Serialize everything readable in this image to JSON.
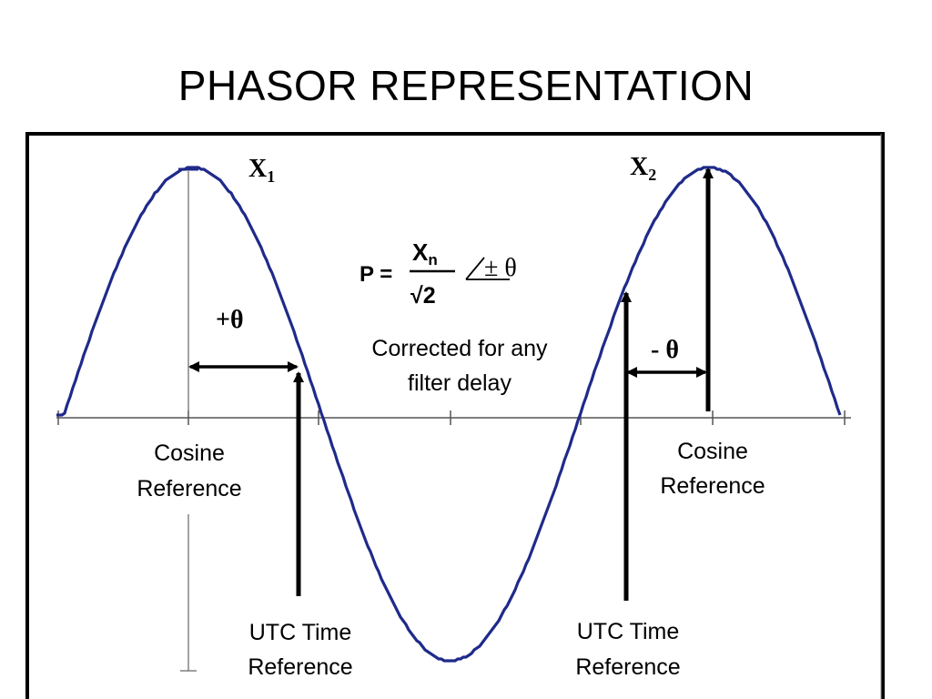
{
  "title": "PHASOR REPRESENTATION",
  "peak_labels": {
    "x1_main": "X",
    "x1_sub": "1",
    "x2_main": "X",
    "x2_sub": "2"
  },
  "formula": {
    "lhs": "P =",
    "numerator_main": "X",
    "numerator_sub": "n",
    "denominator": "√2",
    "angle": "± θ"
  },
  "phase_labels": {
    "positive": "+θ",
    "negative": "- θ"
  },
  "note": {
    "line1": "Corrected for any",
    "line2": "filter delay"
  },
  "cosine_reference_left": {
    "line1": "Cosine",
    "line2": "Reference"
  },
  "cosine_reference_right": {
    "line1": "Cosine",
    "line2": "Reference"
  },
  "utc_reference_left": {
    "line1": "UTC Time",
    "line2": "Reference"
  },
  "utc_reference_right": {
    "line1": "UTC Time",
    "line2": "Reference"
  },
  "colors": {
    "wave": "#1f2a8a",
    "frame": "#000000",
    "axis": "#555555"
  }
}
